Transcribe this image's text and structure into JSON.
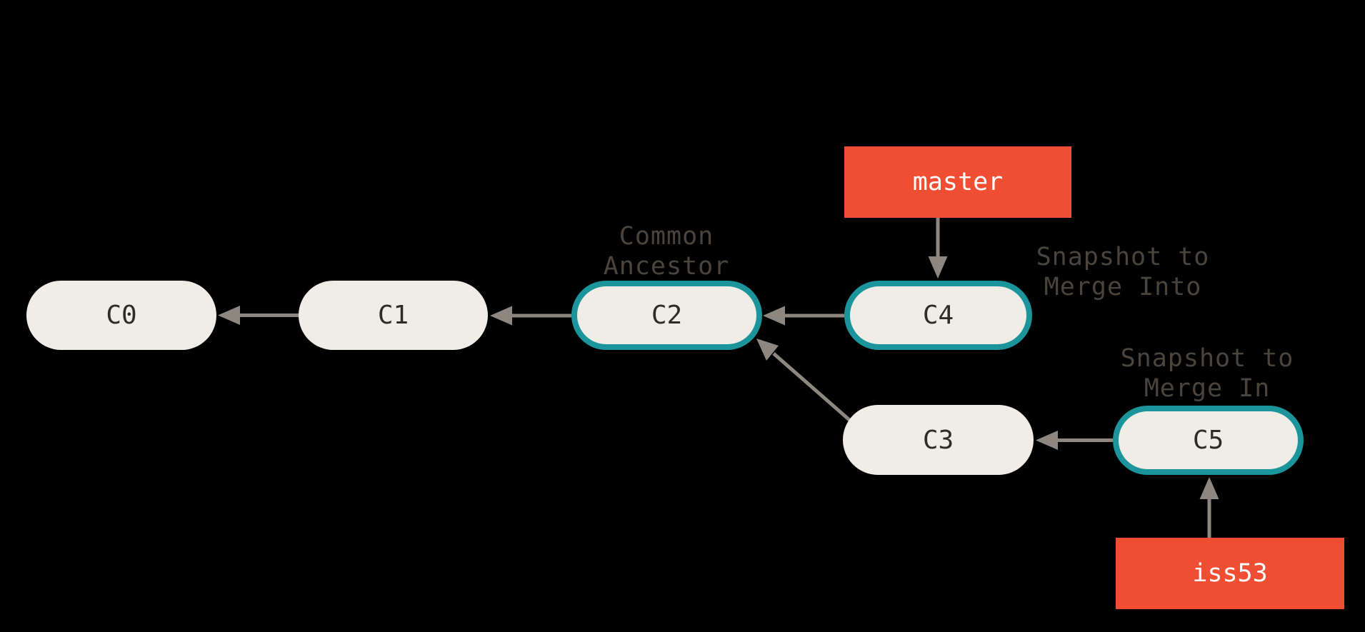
{
  "diagram_title": "git-merge-common-ancestor-diagram",
  "colors": {
    "bg": "#000000",
    "pill-fill": "#efede6",
    "teal": "#1b949c",
    "red": "#f04e32",
    "arrow": "#8d8780",
    "commit-text": "#2e2b28",
    "annotation-text": "#4a443c",
    "branch-text": "#ffffff"
  },
  "commits": [
    {
      "label": "C0",
      "highlighted": false
    },
    {
      "label": "C1",
      "highlighted": false
    },
    {
      "label": "C2",
      "highlighted": true
    },
    {
      "label": "C3",
      "highlighted": false
    },
    {
      "label": "C4",
      "highlighted": true
    },
    {
      "label": "C5",
      "highlighted": true
    }
  ],
  "branches": [
    {
      "label": "master"
    },
    {
      "label": "iss53"
    }
  ],
  "annotations": [
    {
      "lines": [
        "Common",
        "Ancestor"
      ]
    },
    {
      "lines": [
        "Snapshot to",
        "Merge Into"
      ]
    },
    {
      "lines": [
        "Snapshot to",
        "Merge In"
      ]
    }
  ],
  "edges": [
    "C1 -> C0",
    "C2 -> C1",
    "C4 -> C2",
    "C3 -> C2",
    "C5 -> C3",
    "master -> C4",
    "iss53 -> C5"
  ]
}
